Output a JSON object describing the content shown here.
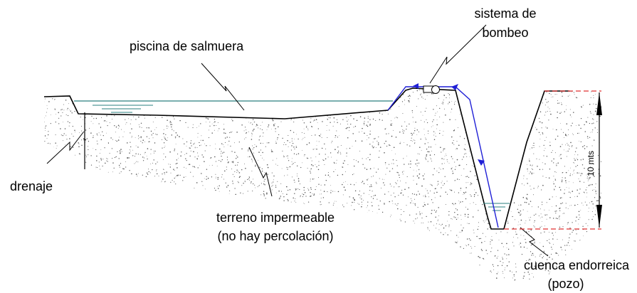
{
  "labels": {
    "piscina": "piscina de salmuera",
    "sistema_line1": "sistema de",
    "sistema_line2": "bombeo",
    "drenaje": "drenaje",
    "terreno_line1": "terreno impermeable",
    "terreno_line2": "(no hay percolación)",
    "cuenca_line1": "cuenca endorreica",
    "cuenca_line2": "(pozo)",
    "dimension": "10 mts"
  },
  "colors": {
    "terrain_outline": "#000000",
    "water_line": "#2a7f7f",
    "pump_pipe": "#1f1fd6",
    "dimension_reference": "#e03030",
    "soil_stipple": "#555555"
  }
}
